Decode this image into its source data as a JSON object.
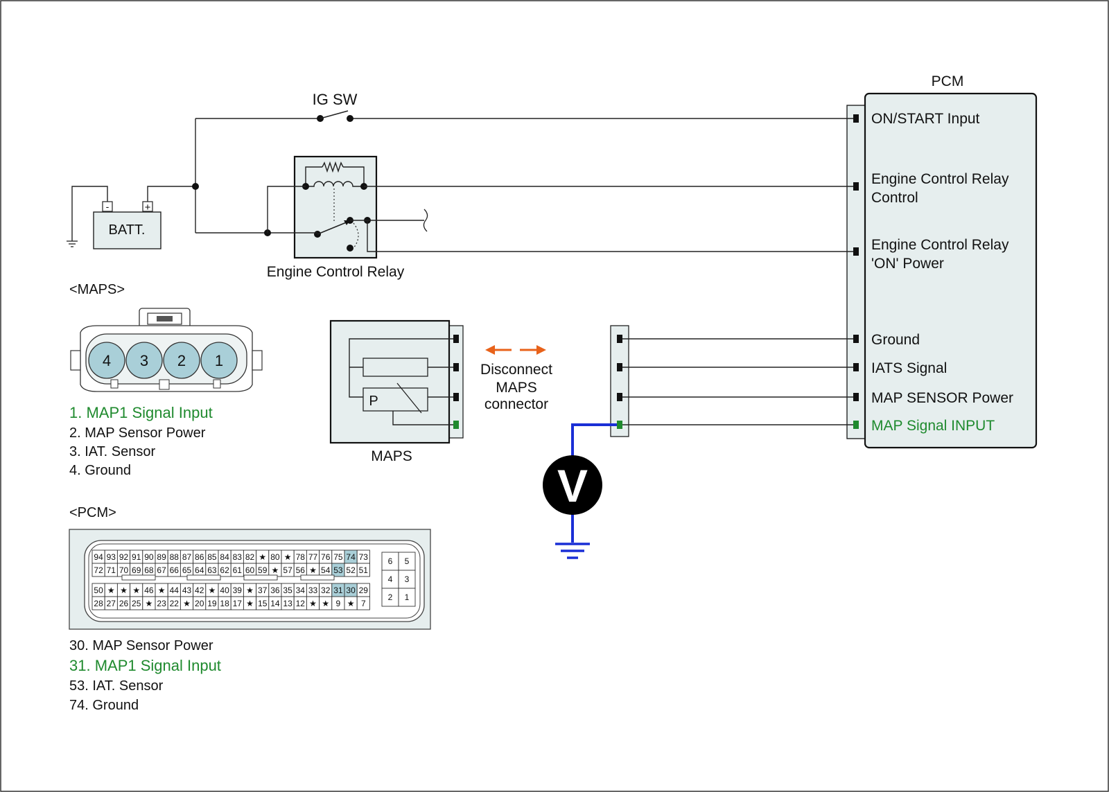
{
  "labels": {
    "ig_sw": "IG SW",
    "pcm_title": "PCM",
    "batt": "BATT.",
    "batt_minus": "-",
    "batt_plus": "+",
    "relay": "Engine Control Relay",
    "maps_sensor": "MAPS",
    "disconnect": [
      "Disconnect",
      "MAPS",
      "connector"
    ],
    "voltmeter": "V",
    "maps_connector_title": "<MAPS>",
    "pcm_connector_title": "<PCM>"
  },
  "pcm_terminals": [
    {
      "lines": [
        "ON/START Input"
      ],
      "color": "#111111"
    },
    {
      "lines": [
        "Engine Control Relay",
        "Control"
      ],
      "color": "#111111"
    },
    {
      "lines": [
        "Engine Control Relay",
        "'ON' Power"
      ],
      "color": "#111111"
    },
    {
      "lines": [
        "Ground"
      ],
      "color": "#111111"
    },
    {
      "lines": [
        "IATS Signal"
      ],
      "color": "#111111"
    },
    {
      "lines": [
        "MAP SENSOR Power"
      ],
      "color": "#111111"
    },
    {
      "lines": [
        "MAP Signal  INPUT"
      ],
      "color": "#1f8a2e"
    }
  ],
  "maps_pins": [
    "4",
    "3",
    "2",
    "1"
  ],
  "maps_pin_list": [
    {
      "text": "1. MAP1 Signal Input",
      "color": "#1f8a2e"
    },
    {
      "text": "2. MAP Sensor Power",
      "color": "#111111"
    },
    {
      "text": "3. IAT. Sensor",
      "color": "#111111"
    },
    {
      "text": "4. Ground",
      "color": "#111111"
    }
  ],
  "pcm_pin_rows": [
    [
      "94",
      "93",
      "92",
      "91",
      "90",
      "89",
      "88",
      "87",
      "86",
      "85",
      "84",
      "83",
      "82",
      "★",
      "80",
      "★",
      "78",
      "77",
      "76",
      "75",
      "74",
      "73"
    ],
    [
      "72",
      "71",
      "70",
      "69",
      "68",
      "67",
      "66",
      "65",
      "64",
      "63",
      "62",
      "61",
      "60",
      "59",
      "★",
      "57",
      "56",
      "★",
      "54",
      "53",
      "52",
      "51"
    ],
    [
      "50",
      "★",
      "★",
      "★",
      "46",
      "★",
      "44",
      "43",
      "42",
      "★",
      "40",
      "39",
      "★",
      "37",
      "36",
      "35",
      "34",
      "33",
      "32",
      "31",
      "30",
      "29"
    ],
    [
      "28",
      "27",
      "26",
      "25",
      "★",
      "23",
      "22",
      "★",
      "20",
      "19",
      "18",
      "17",
      "★",
      "15",
      "14",
      "13",
      "12",
      "★",
      "★",
      "9",
      "★",
      "7"
    ]
  ],
  "pcm_highlight_pins": [
    "74",
    "53",
    "31",
    "30"
  ],
  "pcm_small_block": [
    [
      "6",
      "5"
    ],
    [
      "4",
      "3"
    ],
    [
      "2",
      "1"
    ]
  ],
  "pcm_pin_list": [
    {
      "text": "30. MAP Sensor Power",
      "color": "#111111"
    },
    {
      "text": "31. MAP1 Signal Input",
      "color": "#1f8a2e"
    },
    {
      "text": "53. IAT. Sensor",
      "color": "#111111"
    },
    {
      "text": "74. Ground",
      "color": "#111111"
    }
  ],
  "colors": {
    "signal_green": "#1f8a2e",
    "meter_wire_blue": "#1a2fd6",
    "arrow_orange": "#e8621a",
    "component_fill": "#e6eeee",
    "maps_pin_fill": "#a9cfd8",
    "pin_highlight": "#a9cfd8"
  }
}
